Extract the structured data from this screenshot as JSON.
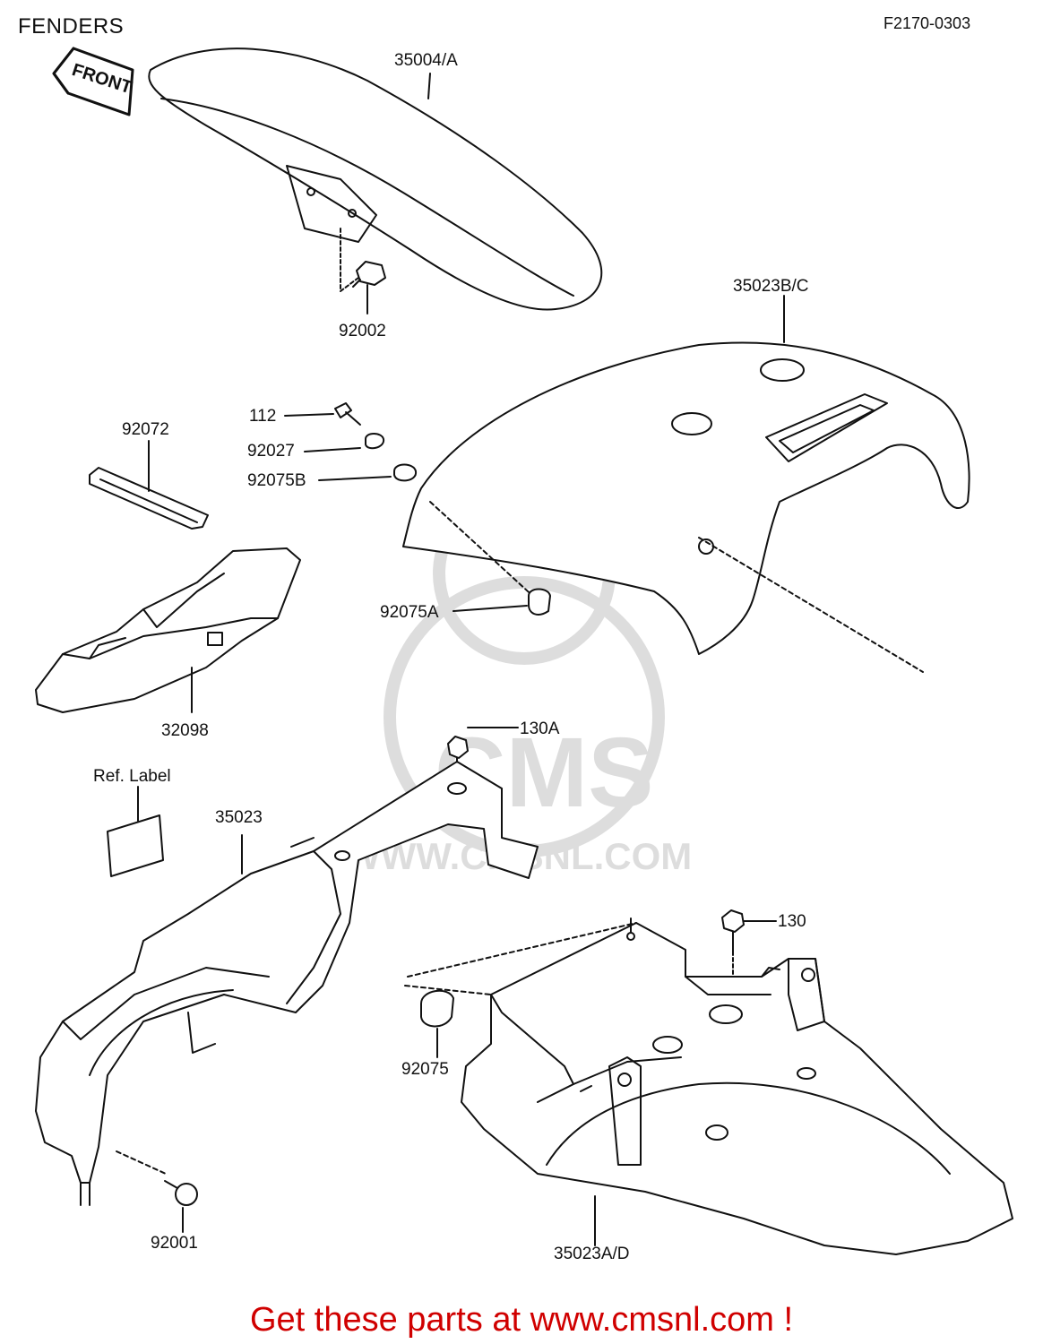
{
  "header": {
    "title": "FENDERS",
    "diagram_code": "F2170-0303"
  },
  "badge": {
    "text": "FRONT"
  },
  "watermark": {
    "brand": "CMS",
    "url": "WWW.CMSNL.COM"
  },
  "parts": [
    {
      "id": "front-fender",
      "number": "35004/A"
    },
    {
      "id": "bolt-front-fender",
      "number": "92002"
    },
    {
      "id": "seat-cover",
      "number": "35023B/C"
    },
    {
      "id": "bolt-112",
      "number": "112"
    },
    {
      "id": "collar",
      "number": "92027"
    },
    {
      "id": "damper-b",
      "number": "92075B"
    },
    {
      "id": "damper-a",
      "number": "92075A"
    },
    {
      "id": "strap",
      "number": "92072"
    },
    {
      "id": "tray",
      "number": "32098"
    },
    {
      "id": "flanged-bolt-a",
      "number": "130A"
    },
    {
      "id": "ref-label",
      "number": "Ref. Label"
    },
    {
      "id": "rear-fender-front",
      "number": "35023"
    },
    {
      "id": "flanged-bolt",
      "number": "130"
    },
    {
      "id": "damper",
      "number": "92075"
    },
    {
      "id": "screw",
      "number": "92001"
    },
    {
      "id": "rear-fender-rear",
      "number": "35023A/D"
    }
  ],
  "footer": {
    "text": "Get these parts at www.cmsnl.com !"
  },
  "colors": {
    "line": "#111111",
    "footer": "#d00000"
  }
}
